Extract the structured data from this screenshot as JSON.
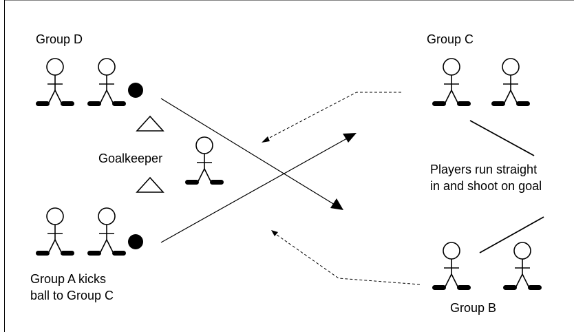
{
  "labels": {
    "group_d": "Group D",
    "group_c": "Group C",
    "group_b": "Group B",
    "goalkeeper": "Goalkeeper",
    "group_a_line1": "Group A kicks",
    "group_a_line2": "ball to Group C",
    "note_line1": "Players run straight",
    "note_line2": "in and shoot on goal"
  },
  "colors": {
    "ink": "#000000",
    "background": "#ffffff"
  }
}
